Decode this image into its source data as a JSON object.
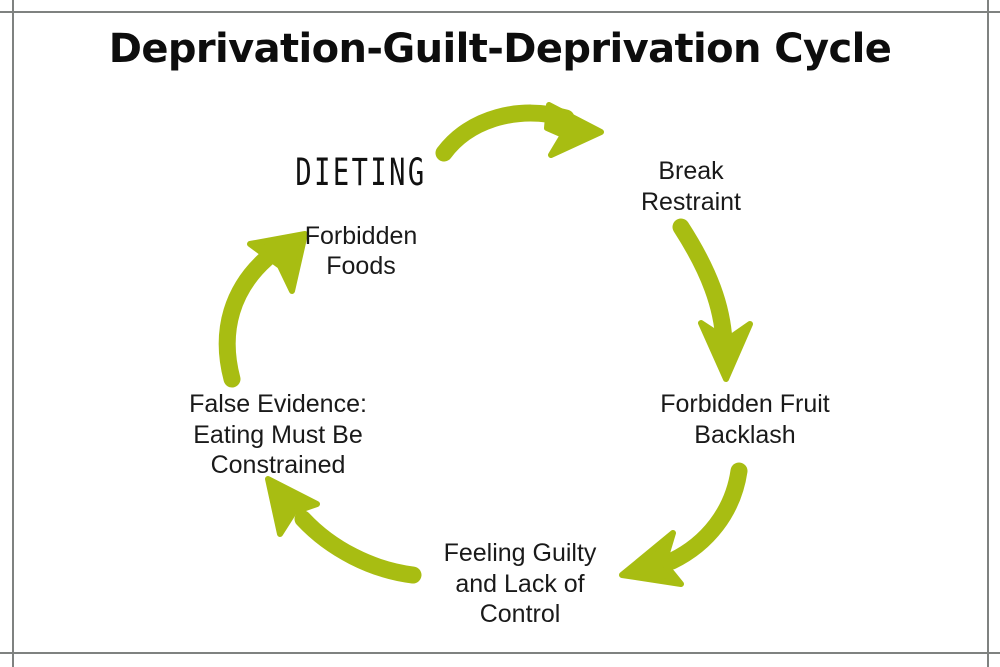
{
  "page": {
    "title": "Deprivation-Guilt-Deprivation Cycle",
    "background_color": "#ffffff",
    "frame_color": "#7f8280",
    "arrow_color": "#a8bd12",
    "text_color": "#1a1a1a"
  },
  "diagram": {
    "type": "cycle",
    "direction": "clockwise",
    "nodes": [
      {
        "id": "dieting",
        "position": "top-left",
        "heading": "DIETING",
        "label": "Forbidden\nFoods"
      },
      {
        "id": "break-restraint",
        "position": "top-right",
        "label": "Break\nRestraint"
      },
      {
        "id": "forbidden-fruit-backlash",
        "position": "right",
        "label": "Forbidden Fruit\nBacklash"
      },
      {
        "id": "feeling-guilty",
        "position": "bottom",
        "label": "Feeling Guilty\nand Lack of\nControl"
      },
      {
        "id": "false-evidence",
        "position": "left",
        "label": "False Evidence:\nEating Must Be\nConstrained"
      }
    ],
    "arrows": [
      {
        "id": "arrow-dieting-to-break",
        "from": "dieting",
        "to": "break-restraint"
      },
      {
        "id": "arrow-break-to-backlash",
        "from": "break-restraint",
        "to": "forbidden-fruit-backlash"
      },
      {
        "id": "arrow-backlash-to-guilt",
        "from": "forbidden-fruit-backlash",
        "to": "feeling-guilty"
      },
      {
        "id": "arrow-guilt-to-false",
        "from": "feeling-guilty",
        "to": "false-evidence"
      },
      {
        "id": "arrow-false-to-dieting",
        "from": "false-evidence",
        "to": "dieting"
      }
    ]
  }
}
